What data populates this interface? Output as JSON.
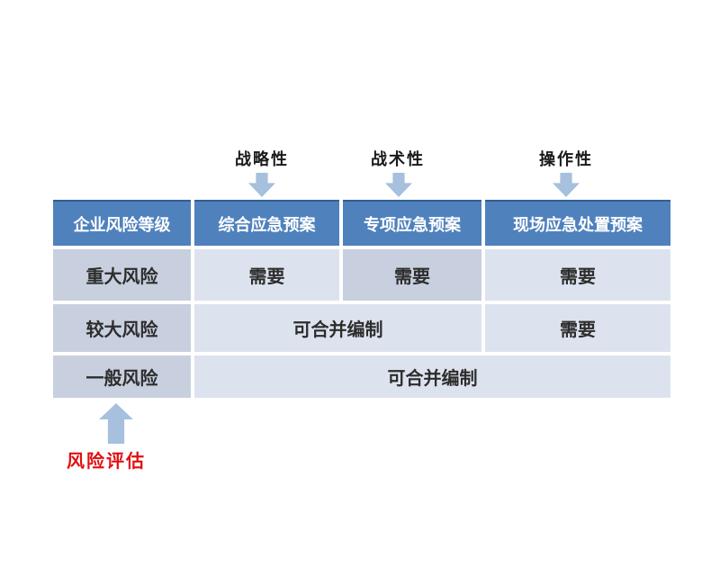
{
  "top_labels": {
    "strategic": "战略性",
    "tactical": "战术性",
    "operational": "操作性"
  },
  "table": {
    "headers": {
      "risk_level": "企业风险等级",
      "comprehensive_plan": "综合应急预案",
      "special_plan": "专项应急预案",
      "onsite_plan": "现场应急处置预案"
    },
    "row_major": {
      "label": "重大风险",
      "comprehensive": "需要",
      "special": "需要",
      "onsite": "需要"
    },
    "row_larger": {
      "label": "较大风险",
      "merged": "可合并编制",
      "onsite": "需要"
    },
    "row_general": {
      "label": "一般风险",
      "merged": "可合并编制"
    }
  },
  "annotation": {
    "risk_assessment": "风险评估"
  },
  "colors": {
    "header_bg": "#4f81bd",
    "header_text": "#ffffff",
    "dark_cell_bg": "#c8cfde",
    "light_cell_bg": "#dde3ee",
    "body_text": "#2d2d2d",
    "arrow": "#a6c0dd",
    "annotation_red": "#e01010"
  }
}
